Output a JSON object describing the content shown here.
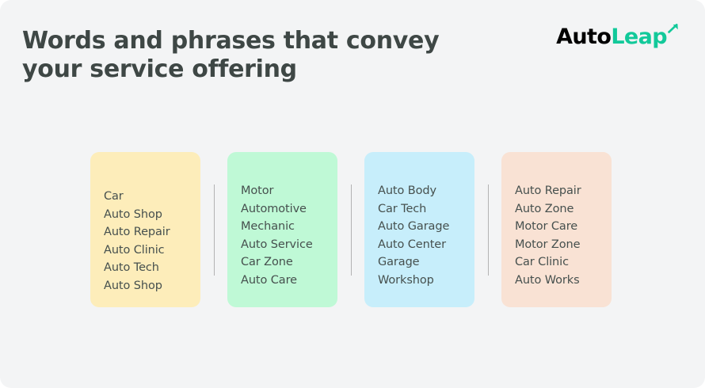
{
  "header": {
    "title": "Words and phrases that convey\nyour service offering",
    "title_color": "#3e4745",
    "logo": {
      "part1": "Auto",
      "part2": "Leap",
      "part1_color": "#3e4745",
      "part2_color": "#12c99a",
      "arrow_icon": "arrow-up-right-icon"
    }
  },
  "background_color": "#f3f4f5",
  "divider_color": "#b3b3b3",
  "cards": [
    {
      "name": "card-yellow",
      "color": "#fdedba",
      "items": [
        "Car",
        "Auto Shop",
        "Auto Repair",
        "Auto Clinic",
        "Auto Tech",
        "Auto Shop"
      ]
    },
    {
      "name": "card-green",
      "color": "#bff9d6",
      "items": [
        "Motor",
        "Automotive",
        "Mechanic",
        "Auto Service",
        "Car Zone",
        "Auto Care"
      ]
    },
    {
      "name": "card-blue",
      "color": "#c7eefb",
      "items": [
        "Auto Body",
        "Car Tech",
        "Auto Garage",
        "Auto Center",
        "Garage",
        "Workshop"
      ]
    },
    {
      "name": "card-peach",
      "color": "#f9e2d4",
      "items": [
        "Auto Repair",
        "Auto Zone",
        "Motor Care",
        "Motor Zone",
        "Car Clinic",
        "Auto Works"
      ]
    }
  ]
}
